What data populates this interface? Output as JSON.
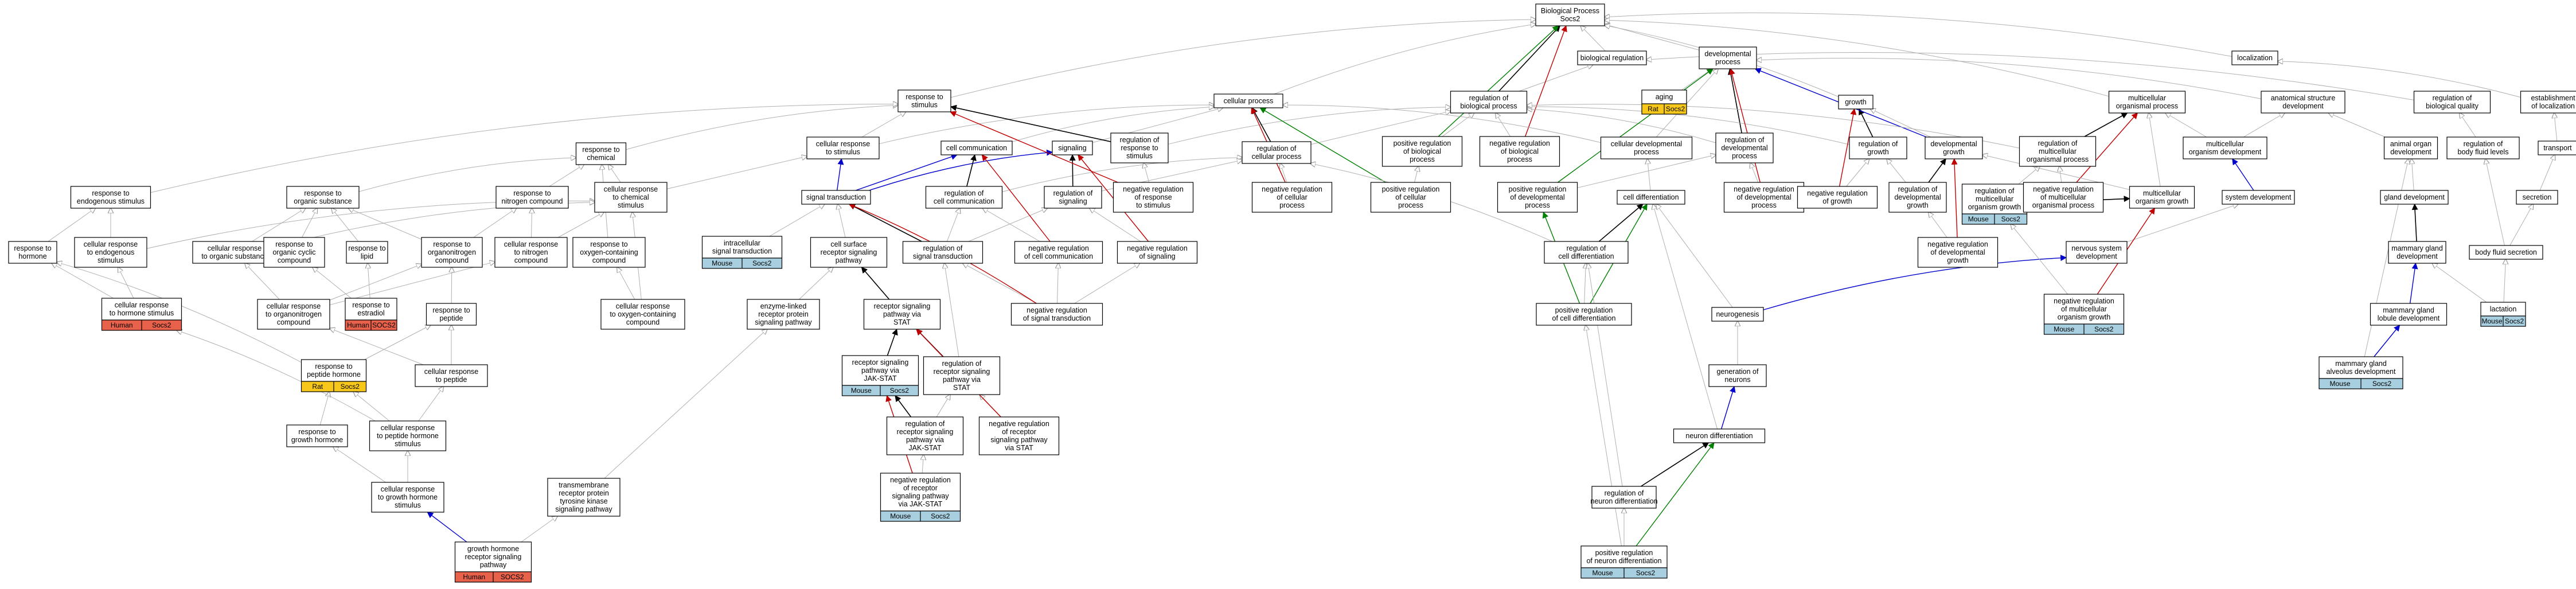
{
  "legend_colors": {
    "black": "#000000",
    "red": "#c00000",
    "green": "#008000",
    "blue": "#0000cc",
    "gray": "#b0b0b0"
  },
  "annotation_colors": {
    "Human": "#e8614a",
    "Rat": "#f7c71a",
    "Mouse": "#a7cfe0"
  },
  "nodes": {
    "bp": {
      "label": [
        "Biological Process",
        "Socs2"
      ]
    },
    "bioreg": {
      "label": [
        "biological regulation"
      ]
    },
    "localization": {
      "label": [
        "localization"
      ]
    },
    "aging": {
      "label": [
        "aging"
      ],
      "ann": [
        "Rat",
        "Socs2"
      ]
    },
    "devproc": {
      "label": [
        "developmental",
        "process"
      ]
    },
    "respstim": {
      "label": [
        "response to",
        "stimulus"
      ]
    },
    "cellproc": {
      "label": [
        "cellular process"
      ]
    },
    "regbio": {
      "label": [
        "regulation of",
        "biological process"
      ]
    },
    "growth": {
      "label": [
        "growth"
      ]
    },
    "multiorg": {
      "label": [
        "multicellular",
        "organismal process"
      ]
    },
    "anatstruct": {
      "label": [
        "anatomical structure",
        "development"
      ]
    },
    "regbioqual": {
      "label": [
        "regulation of",
        "biological quality"
      ]
    },
    "establoc": {
      "label": [
        "establishment",
        "of localization"
      ]
    },
    "cellresp": {
      "label": [
        "cellular response",
        "to stimulus"
      ]
    },
    "cellcomm": {
      "label": [
        "cell communication"
      ]
    },
    "signaling": {
      "label": [
        "signaling"
      ]
    },
    "regrespstim": {
      "label": [
        "regulation of",
        "response to",
        "stimulus"
      ]
    },
    "regcellproc": {
      "label": [
        "regulation of",
        "cellular process"
      ]
    },
    "posregbio": {
      "label": [
        "positive regulation",
        "of biological",
        "process"
      ]
    },
    "negregbio": {
      "label": [
        "negative regulation",
        "of biological",
        "process"
      ]
    },
    "celldevproc": {
      "label": [
        "cellular developmental",
        "process"
      ]
    },
    "regdevproc": {
      "label": [
        "regulation of",
        "developmental",
        "process"
      ]
    },
    "reggrowth": {
      "label": [
        "regulation of",
        "growth"
      ]
    },
    "devgrowth": {
      "label": [
        "developmental",
        "growth"
      ]
    },
    "regmulti": {
      "label": [
        "regulation of",
        "multicellular",
        "organismal process"
      ]
    },
    "multiorgdev": {
      "label": [
        "multicellular",
        "organism development"
      ]
    },
    "animalorgan": {
      "label": [
        "animal organ",
        "development"
      ]
    },
    "regbodyfluid": {
      "label": [
        "regulation of",
        "body fluid levels"
      ]
    },
    "transport": {
      "label": [
        "transport"
      ]
    },
    "respchem": {
      "label": [
        "response to",
        "chemical"
      ]
    },
    "respendo": {
      "label": [
        "response to",
        "endogenous stimulus"
      ]
    },
    "resporgsub": {
      "label": [
        "response to",
        "organic substance"
      ]
    },
    "respnitro": {
      "label": [
        "response to",
        "nitrogen compound"
      ]
    },
    "cellrespchem": {
      "label": [
        "cellular response",
        "to chemical",
        "stimulus"
      ]
    },
    "sigtrans": {
      "label": [
        "signal transduction"
      ]
    },
    "regcellcomm": {
      "label": [
        "regulation of",
        "cell communication"
      ]
    },
    "regsignaling": {
      "label": [
        "regulation of",
        "signaling"
      ]
    },
    "negregrespstim": {
      "label": [
        "negative regulation",
        "of response",
        "to stimulus"
      ]
    },
    "negregcellproc": {
      "label": [
        "negative regulation",
        "of cellular",
        "process"
      ]
    },
    "posregcellproc": {
      "label": [
        "positive regulation",
        "of cellular",
        "process"
      ]
    },
    "posregdevproc": {
      "label": [
        "positive regulation",
        "of developmental",
        "process"
      ]
    },
    "celldiff": {
      "label": [
        "cell differentiation"
      ]
    },
    "negregdevproc": {
      "label": [
        "negative regulation",
        "of developmental",
        "process"
      ]
    },
    "negreggrowth": {
      "label": [
        "negative regulation",
        "of growth"
      ]
    },
    "regdevgrowth": {
      "label": [
        "regulation of",
        "developmental",
        "growth"
      ]
    },
    "regmultigrowth": {
      "label": [
        "regulation of",
        "multicellular",
        "organism growth"
      ],
      "ann": [
        "Mouse",
        "Socs2"
      ]
    },
    "negregmulti": {
      "label": [
        "negative regulation",
        "of multicellular",
        "organismal process"
      ]
    },
    "multigrowth": {
      "label": [
        "multicellular",
        "organism growth"
      ]
    },
    "sysdev": {
      "label": [
        "system development"
      ]
    },
    "glanddev": {
      "label": [
        "gland development"
      ]
    },
    "secretion": {
      "label": [
        "secretion"
      ]
    },
    "resphormone": {
      "label": [
        "response to",
        "hormone"
      ]
    },
    "cellrespendo": {
      "label": [
        "cellular response",
        "to endogenous",
        "stimulus"
      ]
    },
    "cellresporgsub": {
      "label": [
        "cellular response",
        "to organic substance"
      ]
    },
    "resporgcyc": {
      "label": [
        "response to",
        "organic cyclic",
        "compound"
      ]
    },
    "resplipid": {
      "label": [
        "response to",
        "lipid"
      ]
    },
    "resporgnitro": {
      "label": [
        "response to",
        "organonitrogen",
        "compound"
      ]
    },
    "cellrespnitro": {
      "label": [
        "cellular response",
        "to nitrogen",
        "compound"
      ]
    },
    "respoxy": {
      "label": [
        "response to",
        "oxygen-containing",
        "compound"
      ]
    },
    "intrasig": {
      "label": [
        "intracellular",
        "signal transduction"
      ],
      "ann": [
        "Mouse",
        "Socs2"
      ]
    },
    "cellsurf": {
      "label": [
        "cell surface",
        "receptor signaling",
        "pathway"
      ]
    },
    "regsigtrans": {
      "label": [
        "regulation of",
        "signal transduction"
      ]
    },
    "negregcellcomm": {
      "label": [
        "negative regulation",
        "of cell communication"
      ]
    },
    "negregsignaling": {
      "label": [
        "negative regulation",
        "of signaling"
      ]
    },
    "regcelldiff": {
      "label": [
        "regulation of",
        "cell differentiation"
      ]
    },
    "negregdevgrowth": {
      "label": [
        "negative regulation",
        "of developmental",
        "growth"
      ]
    },
    "nervdev": {
      "label": [
        "nervous system",
        "development"
      ]
    },
    "mammarydev": {
      "label": [
        "mammary gland",
        "development"
      ]
    },
    "bodyfluidsec": {
      "label": [
        "body fluid secretion"
      ]
    },
    "cellresphormone": {
      "label": [
        "cellular response",
        "to hormone stimulus"
      ],
      "ann": [
        "Human",
        "Socs2"
      ]
    },
    "cellresporgnitro": {
      "label": [
        "cellular response",
        "to organonitrogen",
        "compound"
      ]
    },
    "respestradiol": {
      "label": [
        "response to",
        "estradiol"
      ],
      "ann": [
        "Human",
        "SOCS2"
      ]
    },
    "cellrespoxy": {
      "label": [
        "cellular response",
        "to oxygen-containing",
        "compound"
      ]
    },
    "enzymelinked": {
      "label": [
        "enzyme-linked",
        "receptor protein",
        "signaling pathway"
      ]
    },
    "recepstat": {
      "label": [
        "receptor signaling",
        "pathway via",
        "STAT"
      ]
    },
    "negregsigtrans": {
      "label": [
        "negative regulation",
        "of signal transduction"
      ]
    },
    "posregcelldiff": {
      "label": [
        "positive regulation",
        "of cell differentiation"
      ]
    },
    "neurogenesis": {
      "label": [
        "neurogenesis"
      ]
    },
    "negregmultigrowth": {
      "label": [
        "negative regulation",
        "of multicellular",
        "organism growth"
      ],
      "ann": [
        "Mouse",
        "Socs2"
      ]
    },
    "mammarylobule": {
      "label": [
        "mammary gland",
        "lobule development"
      ]
    },
    "lactation": {
      "label": [
        "lactation"
      ],
      "ann": [
        "Mouse",
        "Socs2"
      ]
    },
    "resppeptide": {
      "label": [
        "response to",
        "peptide"
      ]
    },
    "resppephormone": {
      "label": [
        "response to",
        "peptide hormone"
      ],
      "ann": [
        "Rat",
        "Socs2"
      ]
    },
    "cellresppeptide": {
      "label": [
        "cellular response",
        "to peptide"
      ]
    },
    "recepjak": {
      "label": [
        "receptor signaling",
        "pathway via",
        "JAK-STAT"
      ],
      "ann": [
        "Mouse",
        "Socs2"
      ]
    },
    "regrecepstat": {
      "label": [
        "regulation of",
        "receptor signaling",
        "pathway via",
        "STAT"
      ]
    },
    "genneurons": {
      "label": [
        "generation of",
        "neurons"
      ]
    },
    "mammaryalv": {
      "label": [
        "mammary gland",
        "alveolus development"
      ],
      "ann": [
        "Mouse",
        "Socs2"
      ]
    },
    "respgh": {
      "label": [
        "response to",
        "growth hormone"
      ]
    },
    "cellresppephormone": {
      "label": [
        "cellular response",
        "to peptide hormone",
        "stimulus"
      ]
    },
    "regrecepjak": {
      "label": [
        "regulation of",
        "receptor signaling",
        "pathway via",
        "JAK-STAT"
      ]
    },
    "negregrecepstat": {
      "label": [
        "negative regulation",
        "of receptor",
        "signaling pathway",
        "via STAT"
      ]
    },
    "neurondiff": {
      "label": [
        "neuron differentiation"
      ]
    },
    "negregrecepjak": {
      "label": [
        "negative regulation",
        "of receptor",
        "signaling pathway",
        "via JAK-STAT"
      ],
      "ann": [
        "Mouse",
        "Socs2"
      ]
    },
    "regneurondiff": {
      "label": [
        "regulation of",
        "neuron differentiation"
      ]
    },
    "cellrespgh": {
      "label": [
        "cellular response",
        "to growth hormone",
        "stimulus"
      ]
    },
    "transmembrane": {
      "label": [
        "transmembrane",
        "receptor protein",
        "tyrosine kinase",
        "signaling pathway"
      ]
    },
    "ghpathway": {
      "label": [
        "growth hormone",
        "receptor signaling",
        "pathway"
      ],
      "ann": [
        "Human",
        "SOCS2"
      ]
    },
    "posregneurondiff": {
      "label": [
        "positive regulation",
        "of neuron differentiation"
      ],
      "ann": [
        "Mouse",
        "Socs2"
      ]
    }
  }
}
